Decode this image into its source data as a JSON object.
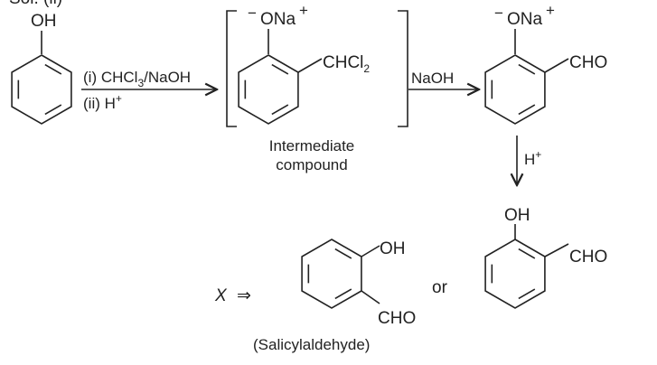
{
  "header": {
    "partial_label": "Sol. (ii)"
  },
  "phenol": {
    "group": "OH"
  },
  "step1": {
    "reagent_1_prefix": "(i) CHCl",
    "reagent_1_sub": "3",
    "reagent_1_suffix": "/NaOH",
    "reagent_2": "(ii) H",
    "reagent_2_sup": "+"
  },
  "intermediate": {
    "o_label": "ONa",
    "o_charge": "−",
    "na_charge": "+",
    "substituent": "CHCl",
    "substituent_sub": "2",
    "caption_line1": "Intermediate",
    "caption_line2": "compound"
  },
  "step2": {
    "reagent": "NaOH"
  },
  "sodium_salt": {
    "o_label": "ONa",
    "o_charge": "−",
    "na_charge": "+",
    "substituent": "CHO"
  },
  "step3": {
    "reagent": "H",
    "reagent_sup": "+"
  },
  "product": {
    "group1": "OH",
    "group2": "CHO"
  },
  "answer": {
    "label": "X",
    "arrow": "⇒",
    "group1": "OH",
    "group2": "CHO",
    "or_label": "or",
    "name": "(Salicylaldehyde)"
  }
}
